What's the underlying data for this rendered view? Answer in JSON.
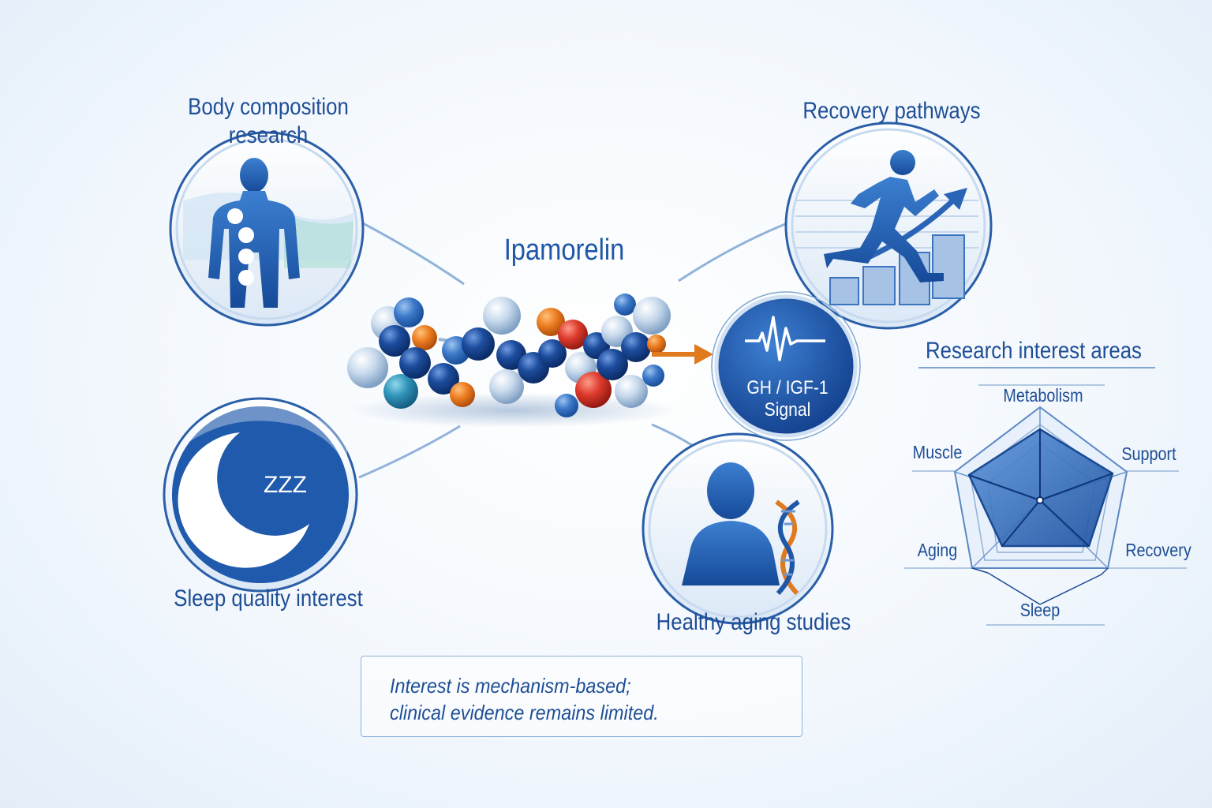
{
  "title": "Ipamorelin",
  "nodes": {
    "body": {
      "line1": "Body composition",
      "line2": "research",
      "icon": "body-silhouette-icon"
    },
    "recovery": {
      "label": "Recovery pathways",
      "icon": "runner-icon"
    },
    "sleep": {
      "label": "Sleep quality interest",
      "icon": "moon-sleep-icon",
      "zzz": "ZZZ"
    },
    "aging": {
      "label": "Healthy aging studies",
      "icon": "dna-person-icon"
    }
  },
  "signal": {
    "line1": "GH / IGF-1",
    "line2": "Signal",
    "icon": "pulse-icon"
  },
  "radar": {
    "title": "Research interest areas",
    "axes": [
      "Metabolism",
      "Support",
      "Recovery",
      "Sleep",
      "Aging",
      "Muscle"
    ]
  },
  "note": {
    "line1": "Interest is mechanism-based;",
    "line2": "clinical evidence remains limited."
  },
  "colors": {
    "primary": "#1f57a8",
    "dark_blue": "#1a4a93",
    "light_blue": "#a9c8e8",
    "accent_orange": "#e07a1f",
    "accent_red": "#d9342b",
    "teal": "#2f8fb3",
    "text": "#1e4e96"
  }
}
